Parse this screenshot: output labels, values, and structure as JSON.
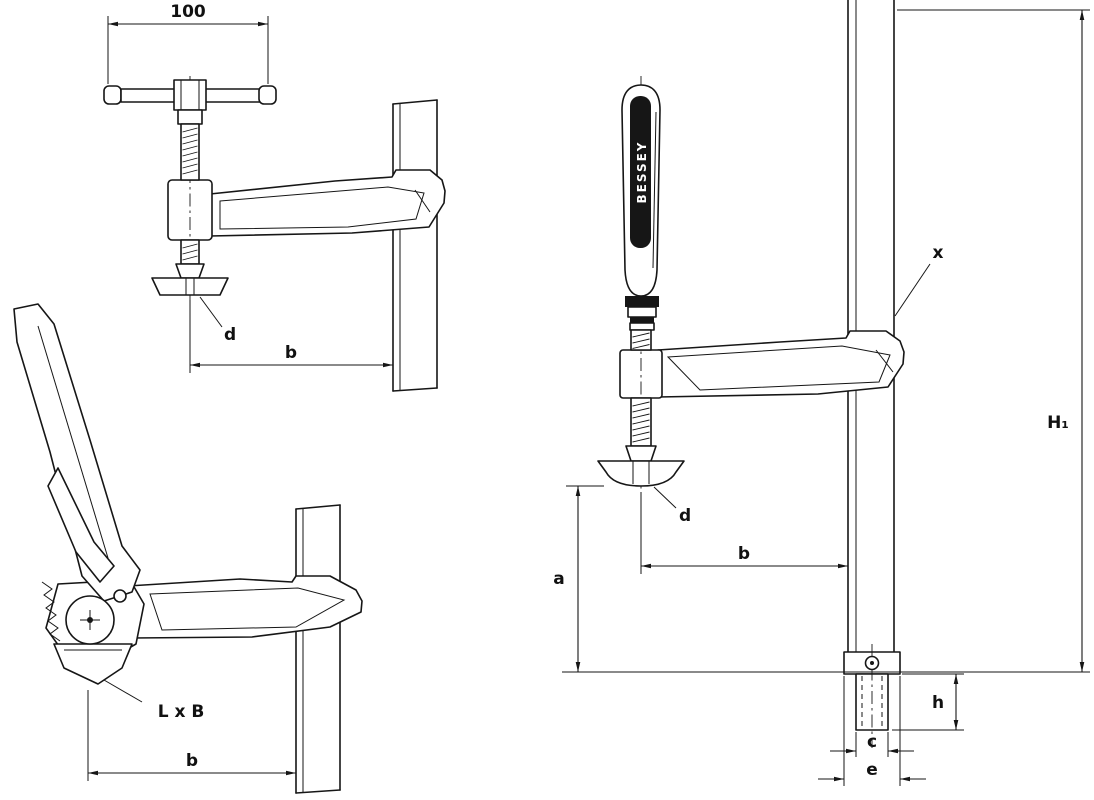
{
  "drawing": {
    "brand_logo": "BESSEY",
    "view_top_left": {
      "dim_spindle_length": "100",
      "dim_pad": "d",
      "dim_reach": "b"
    },
    "view_bottom_left": {
      "dim_pad_size": "L x B",
      "dim_reach": "b"
    },
    "view_right": {
      "dim_rail": "x",
      "dim_height": "H₁",
      "dim_clearance": "a",
      "dim_reach": "b",
      "dim_pad": "d",
      "dim_end": "h",
      "dim_bore": "c",
      "dim_width": "e"
    }
  }
}
